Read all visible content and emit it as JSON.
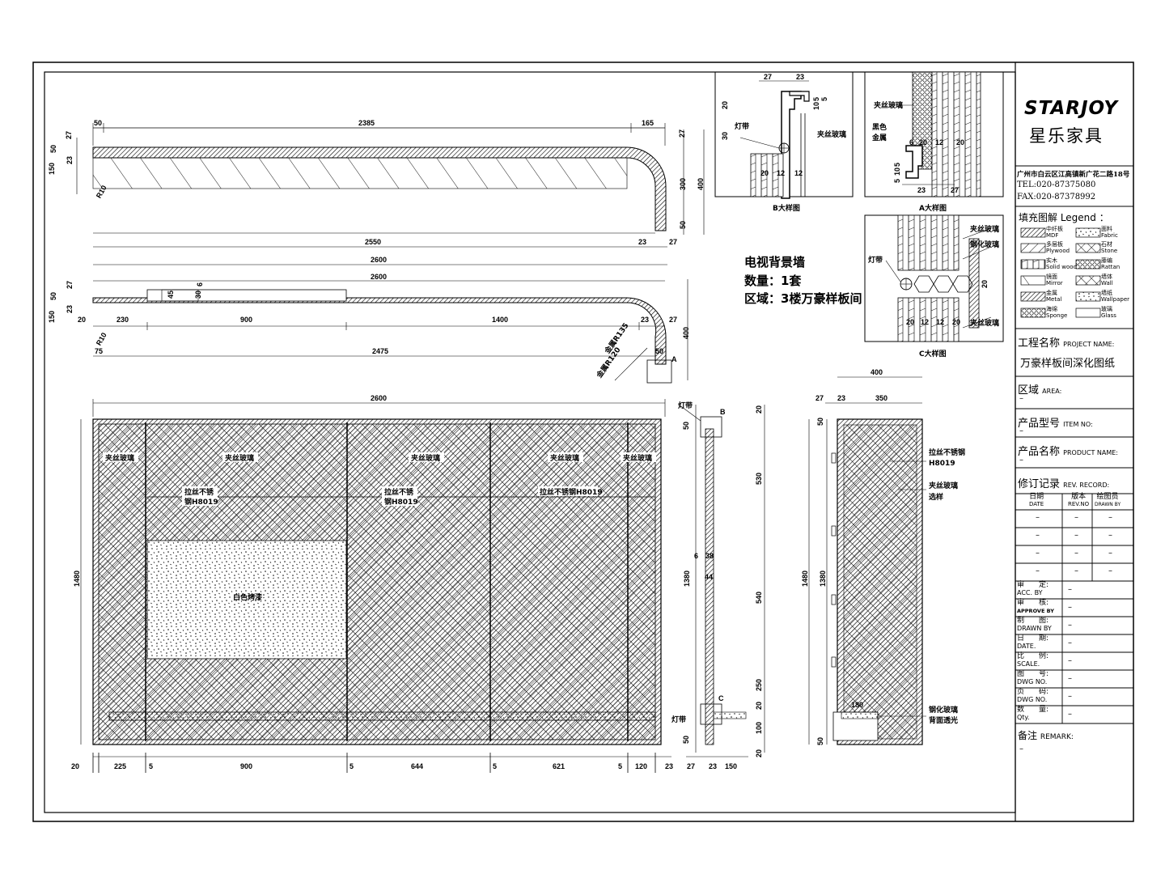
{
  "title_block": {
    "brand": "STARJOY",
    "brand_cn": "星乐家具",
    "address": "广州市白云区江高镇新广花二路18号",
    "tel": "TEL:020-87375080",
    "fax": "FAX:020-87378992",
    "legend_title": "填充图解 Legend ：",
    "legend": [
      {
        "cn": "中纤板",
        "en": "MDF"
      },
      {
        "cn": "面料",
        "en": "Fabric"
      },
      {
        "cn": "多层板",
        "en": "Plywood"
      },
      {
        "cn": "石材",
        "en": "Stone"
      },
      {
        "cn": "实木",
        "en": "Solid wood"
      },
      {
        "cn": "藤编",
        "en": "Rattan"
      },
      {
        "cn": "镜面",
        "en": "Mirror"
      },
      {
        "cn": "墙体",
        "en": "Wall"
      },
      {
        "cn": "金属",
        "en": "Metal"
      },
      {
        "cn": "墙纸",
        "en": "Wallpaper"
      },
      {
        "cn": "海绵",
        "en": "Sponge"
      },
      {
        "cn": "玻璃",
        "en": "Glass"
      }
    ],
    "project_label_cn": "工程名称",
    "project_label_en": "PROJECT NAME:",
    "project_name": "万豪样板间深化图纸",
    "area_cn": "区域",
    "area_en": "AREA:",
    "item_cn": "产品型号",
    "item_en": "ITEM NO:",
    "product_cn": "产品名称",
    "product_en": "PRODUCT NAME:",
    "rev_cn": "修订记录",
    "rev_en": "REV. RECORD:",
    "rev_headers": [
      {
        "cn": "日期",
        "en": "DATE"
      },
      {
        "cn": "版本",
        "en": "REV.NO"
      },
      {
        "cn": "绘图员",
        "en": "DRAWN BY"
      }
    ],
    "dash": "–",
    "sign_rows": [
      {
        "cn": "审　　定:",
        "en": "ACC. BY"
      },
      {
        "cn": "审　　核:",
        "en": "APPROVE BY"
      },
      {
        "cn": "制　　图:",
        "en": "DRAWN BY"
      },
      {
        "cn": "日　　期:",
        "en": "DATE."
      },
      {
        "cn": "比　　例:",
        "en": "SCALE."
      },
      {
        "cn": "图　　号:",
        "en": "DWG NO."
      },
      {
        "cn": "页　　码:",
        "en": "DWG NO."
      },
      {
        "cn": "数　　量:",
        "en": "Qty."
      }
    ],
    "remark_cn": "备注",
    "remark_en": "REMARK:"
  },
  "notes": {
    "line1": "电视背景墙",
    "line2": "数量：1套",
    "line3": "区域：3楼万豪样板间"
  },
  "detail_titles": {
    "b": "B大样图",
    "a": "A大样图",
    "c": "C大样图"
  },
  "labels": {
    "jiasi": "夹丝玻璃",
    "dengdai": "灯带",
    "heise": "黑色",
    "jinshu": "金属",
    "ganghua": "钢化玻璃",
    "lasi": "拉丝不锈",
    "gang": "钢H8019",
    "lasi_full": "拉丝不锈钢H8019",
    "baise": "白色烤漆",
    "lasi_steel": "拉丝不锈钢",
    "h8019": "H8019",
    "xuanyang": "选样",
    "beimian": "背面透光",
    "jinshuR": "金属R120",
    "jinshuR2": "金属R135",
    "r10": "R10",
    "A": "A",
    "B": "B",
    "C": "C"
  },
  "dims_top": {
    "a": "50",
    "b": "2385",
    "c": "165",
    "d": "27",
    "e": "50",
    "f": "23",
    "g": "150",
    "h": "27",
    "i": "300",
    "j": "400",
    "k": "50",
    "l": "2550",
    "m": "23",
    "n": "27",
    "o": "2600"
  },
  "dims_mid": {
    "a": "2600",
    "b": "27",
    "c": "50",
    "d": "23",
    "e": "150",
    "f": "20",
    "g": "230",
    "h": "900",
    "i": "1400",
    "j": "23",
    "k": "27",
    "l": "400",
    "m": "75",
    "n": "2475",
    "o": "50",
    "p": "45",
    "q": "30",
    "r": "6"
  },
  "dims_elev": {
    "top": "2600",
    "h": "1480",
    "b": [
      "20",
      "225",
      "5",
      "900",
      "5",
      "644",
      "5",
      "621",
      "5",
      "120",
      "23"
    ]
  },
  "dims_side": {
    "a": "50",
    "b": "530",
    "c": "1380",
    "d": "540",
    "e": "250",
    "f": "20",
    "g": "100",
    "h": "50",
    "i": "20",
    "j": "6",
    "k": "38",
    "l": "44",
    "m": "27",
    "n": "23",
    "o": "150",
    "p": "20"
  },
  "dims_section": {
    "a": "400",
    "b": "27",
    "c": "23",
    "d": "350",
    "e": "1480",
    "f": "1380",
    "g": "50",
    "h": "180"
  },
  "dims_det_b": {
    "a": "27",
    "b": "23",
    "c": "20",
    "d": "30",
    "e": "5",
    "f": "10",
    "g": "5",
    "h": "20",
    "i": "12",
    "j": "12"
  },
  "dims_det_a": {
    "a": "6",
    "b": "20",
    "c": "12",
    "d": "20",
    "e": "5",
    "f": "10",
    "g": "5",
    "h": "23",
    "i": "27"
  },
  "dims_det_c": {
    "a": "20",
    "b": "12",
    "c": "12",
    "d": "20",
    "e": "20"
  }
}
